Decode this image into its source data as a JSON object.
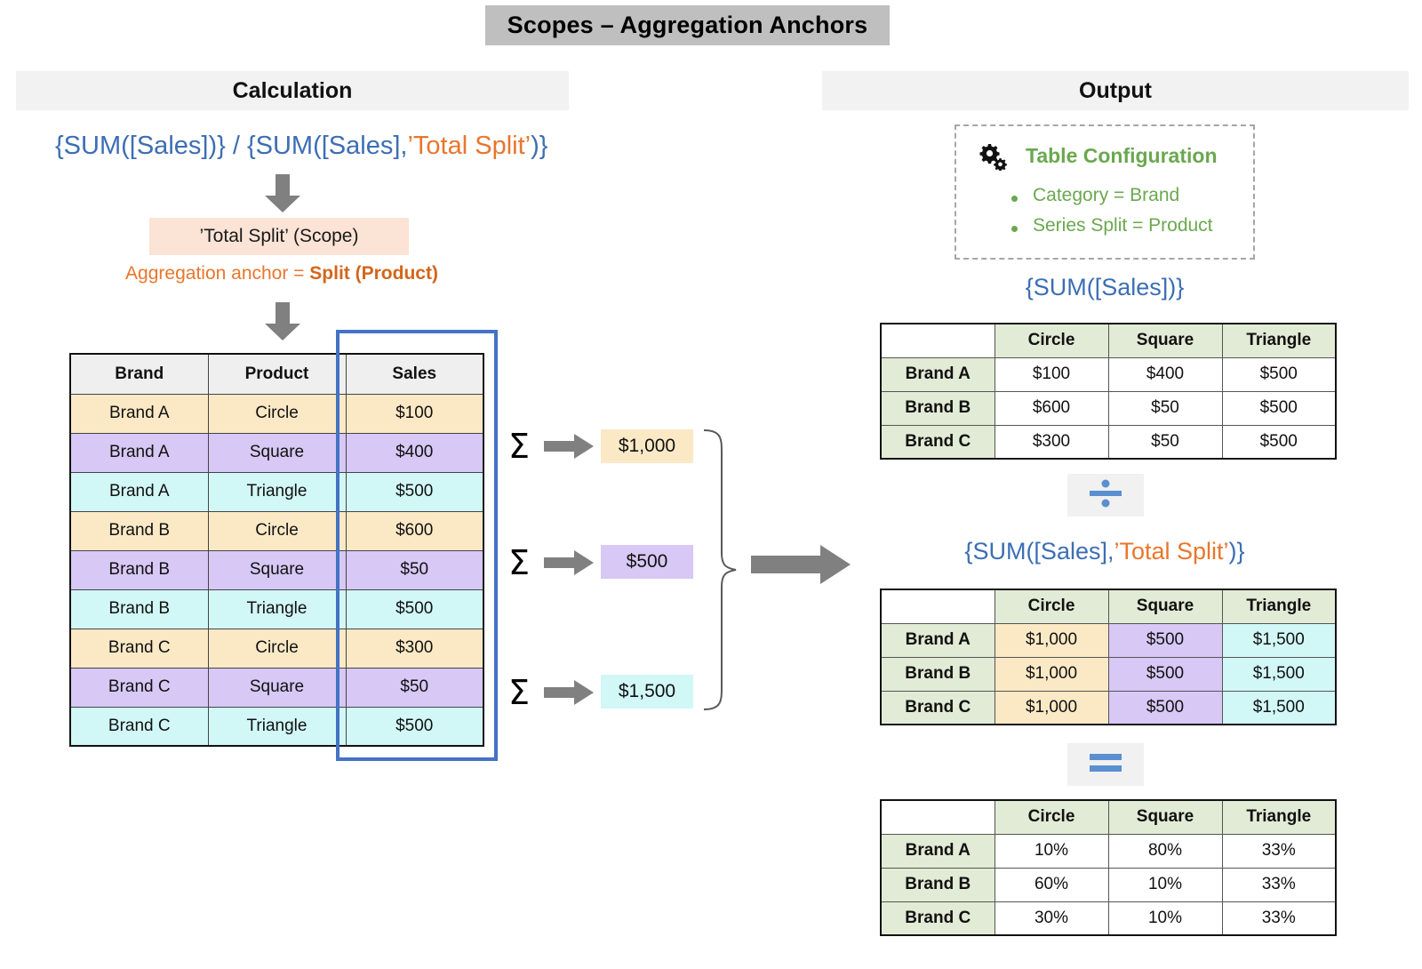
{
  "title": "Scopes – Aggregation Anchors",
  "sections": {
    "calculation_label": "Calculation",
    "output_label": "Output"
  },
  "calculation": {
    "formula": {
      "part1": "{SUM([Sales])} / {SUM([Sales],",
      "scope": "’Total Split’",
      "part2": ")}"
    },
    "scope_box_label": "’Total Split’ (Scope)",
    "anchor_prefix": "Aggregation anchor = ",
    "anchor_value": "Split (Product)",
    "source_table": {
      "headers": [
        "Brand",
        "Product",
        "Sales"
      ],
      "rows": [
        {
          "brand": "Brand A",
          "product": "Circle",
          "sales": "$100",
          "tone": "circle"
        },
        {
          "brand": "Brand A",
          "product": "Square",
          "sales": "$400",
          "tone": "square"
        },
        {
          "brand": "Brand A",
          "product": "Triangle",
          "sales": "$500",
          "tone": "triangle"
        },
        {
          "brand": "Brand B",
          "product": "Circle",
          "sales": "$600",
          "tone": "circle"
        },
        {
          "brand": "Brand B",
          "product": "Square",
          "sales": "$50",
          "tone": "square"
        },
        {
          "brand": "Brand B",
          "product": "Triangle",
          "sales": "$500",
          "tone": "triangle"
        },
        {
          "brand": "Brand C",
          "product": "Circle",
          "sales": "$300",
          "tone": "circle"
        },
        {
          "brand": "Brand C",
          "product": "Square",
          "sales": "$50",
          "tone": "square"
        },
        {
          "brand": "Brand C",
          "product": "Triangle",
          "sales": "$500",
          "tone": "triangle"
        }
      ]
    },
    "sigma_symbol": "Σ",
    "sums": [
      {
        "label": "$1,000",
        "tone": "circle"
      },
      {
        "label": "$500",
        "tone": "square"
      },
      {
        "label": "$1,500",
        "tone": "triangle"
      }
    ]
  },
  "output": {
    "config": {
      "icon": "gears-icon",
      "title": "Table Configuration",
      "items": [
        "Category = Brand",
        "Series Split = Product"
      ]
    },
    "formula_1": {
      "text": "{SUM([Sales])}"
    },
    "formula_2": {
      "part1": "{SUM([Sales],",
      "scope": "’Total Split’",
      "part2": ")}"
    },
    "divide_symbol": "divide-icon",
    "equals_symbol": "equals-icon",
    "table_1": {
      "columns": [
        "Circle",
        "Square",
        "Triangle"
      ],
      "rows": [
        {
          "label": "Brand A",
          "values": [
            "$100",
            "$400",
            "$500"
          ]
        },
        {
          "label": "Brand B",
          "values": [
            "$600",
            "$50",
            "$500"
          ]
        },
        {
          "label": "Brand C",
          "values": [
            "$300",
            "$50",
            "$500"
          ]
        }
      ]
    },
    "table_2": {
      "columns": [
        "Circle",
        "Square",
        "Triangle"
      ],
      "tones": [
        "circle",
        "square",
        "triangle"
      ],
      "rows": [
        {
          "label": "Brand A",
          "values": [
            "$1,000",
            "$500",
            "$1,500"
          ]
        },
        {
          "label": "Brand B",
          "values": [
            "$1,000",
            "$500",
            "$1,500"
          ]
        },
        {
          "label": "Brand C",
          "values": [
            "$1,000",
            "$500",
            "$1,500"
          ]
        }
      ]
    },
    "table_3": {
      "columns": [
        "Circle",
        "Square",
        "Triangle"
      ],
      "rows": [
        {
          "label": "Brand A",
          "values": [
            "10%",
            "80%",
            "33%"
          ]
        },
        {
          "label": "Brand B",
          "values": [
            "60%",
            "10%",
            "33%"
          ]
        },
        {
          "label": "Brand C",
          "values": [
            "30%",
            "10%",
            "33%"
          ]
        }
      ]
    }
  },
  "colors": {
    "blue_formula": "#3c6eb4",
    "orange_scope": "#e8762c",
    "green_config": "#6aa84f",
    "circle_tone": "#fbe9c6",
    "square_tone": "#d7c8f5",
    "triangle_tone": "#d2f7f7",
    "header_gray": "#f2f2f2",
    "title_gray": "#bfbfbf",
    "highlight_blue": "#4472c4"
  }
}
